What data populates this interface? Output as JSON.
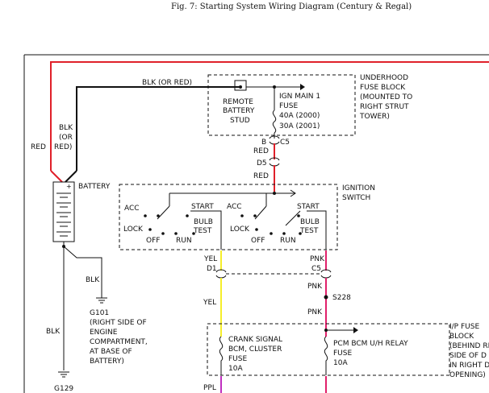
{
  "title": "Fig. 7: Starting System Wiring Diagram (Century & Regal)",
  "colors": {
    "red": "#e0202a",
    "black": "#111111",
    "yellow": "#f5ee2a",
    "pink": "#e0206a",
    "purple": "#c030c0"
  },
  "labels": {
    "blk_or_red_top": "BLK   (OR RED)",
    "blk_or_red_side_1": "BLK",
    "blk_or_red_side_2": "(OR",
    "blk_or_red_side_3": "RED)",
    "red_side": "RED",
    "battery": "BATTERY",
    "remote_stud_1": "REMOTE",
    "remote_stud_2": "BATTERY",
    "remote_stud_3": "STUD",
    "ign_main_1": "IGN MAIN 1",
    "fuse": "FUSE",
    "fuse_40a": "40A  (2000)",
    "fuse_30a": "30A  (2001)",
    "underhood_1": "UNDERHOOD",
    "underhood_2": "FUSE BLOCK",
    "underhood_3": "(MOUNTED TO",
    "underhood_4": "RIGHT STRUT",
    "underhood_5": "TOWER)",
    "conn_b": "B",
    "conn_c5": "C5",
    "red_1": "RED",
    "d5": "D5",
    "red_2": "RED",
    "ign_switch_1": "IGNITION",
    "ign_switch_2": "SWITCH",
    "acc_1": "ACC",
    "start_1": "START",
    "acc_2": "ACC",
    "start_2": "START",
    "bulb_1a": "BULB",
    "bulb_1b": "TEST",
    "bulb_2a": "BULB",
    "bulb_2b": "TEST",
    "lock_1": "LOCK",
    "lock_2": "LOCK",
    "off_1": "OFF",
    "run_1": "RUN",
    "off_2": "OFF",
    "run_2": "RUN",
    "yel_1": "YEL",
    "d1": "D1",
    "pnk_1": "PNK",
    "c5_2": "C5",
    "pnk_2": "PNK",
    "s228": "S228",
    "yel_2": "YEL",
    "pnk_3": "PNK",
    "blk_g101": "BLK",
    "g101": "G101",
    "g101_1": "(RIGHT SIDE OF",
    "g101_2": "ENGINE",
    "g101_3": "COMPARTMENT,",
    "g101_4": "AT BASE OF",
    "g101_5": "BATTERY)",
    "blk_g129": "BLK",
    "g129": "G129",
    "crank_1": "CRANK SIGNAL",
    "crank_2": "BCM, CLUSTER",
    "crank_3": "FUSE",
    "crank_4": "10A",
    "pcm_1": "PCM BCM U/H RELAY",
    "pcm_2": "FUSE",
    "pcm_3": "10A",
    "ip_1": "I/P FUSE",
    "ip_2": "BLOCK",
    "ip_3": "(BEHIND RI",
    "ip_4": "SIDE OF D",
    "ip_5": "IN RIGHT D",
    "ip_6": "OPENING)",
    "ppl": "PPL"
  }
}
